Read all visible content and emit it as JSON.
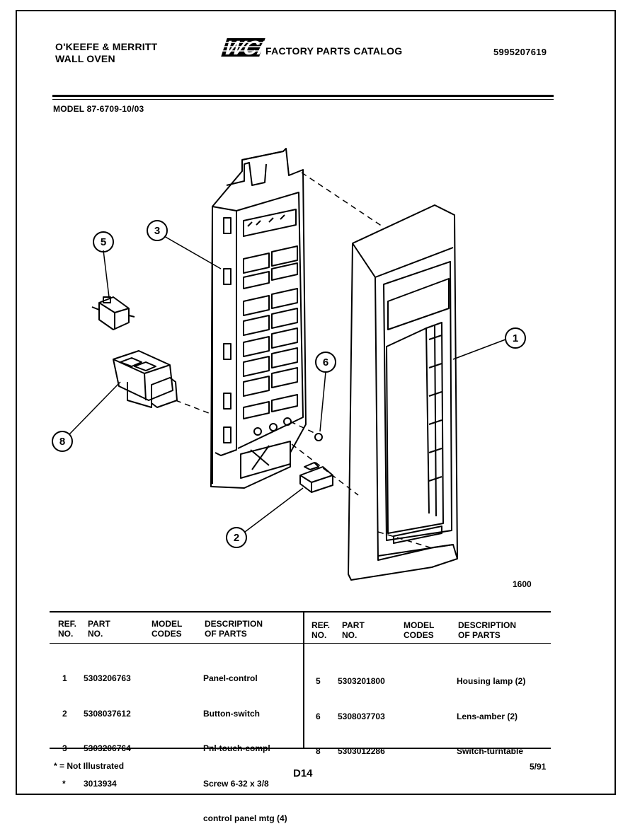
{
  "header": {
    "brand_line1": "O'KEEFE & MERRITT",
    "brand_line2": "WALL OVEN",
    "logo_text": "WCI",
    "catalog_title": "FACTORY PARTS CATALOG",
    "catalog_number": "5995207619"
  },
  "model": "MODEL 87-6709-10/03",
  "figure": {
    "number": "1600",
    "callouts": [
      "5",
      "3",
      "1",
      "6",
      "8",
      "2"
    ]
  },
  "table": {
    "headers": {
      "ref": [
        "REF.",
        "NO."
      ],
      "part": [
        "PART",
        "NO."
      ],
      "codes": [
        "MODEL",
        "CODES"
      ],
      "desc": [
        "DESCRIPTION",
        "OF PARTS"
      ]
    },
    "left": {
      "refs": [
        "1",
        "2",
        "3",
        "*",
        ""
      ],
      "parts": [
        "5303206763",
        "5308037612",
        "5303206764",
        "3013934",
        ""
      ],
      "descs": [
        "Panel-control",
        "Button-switch",
        "Pnl-touch-compl",
        "Screw 6-32 x 3/8",
        "control panel mtg (4)"
      ]
    },
    "right": {
      "refs": [
        "5",
        "6",
        "8"
      ],
      "parts": [
        "5303201800",
        "5308037703",
        "5303012286"
      ],
      "descs": [
        "Housing lamp (2)",
        "Lens-amber (2)",
        "Switch-turntable"
      ]
    }
  },
  "footer": {
    "note": "* = Not Illustrated",
    "page_id": "D14",
    "date": "5/91"
  }
}
